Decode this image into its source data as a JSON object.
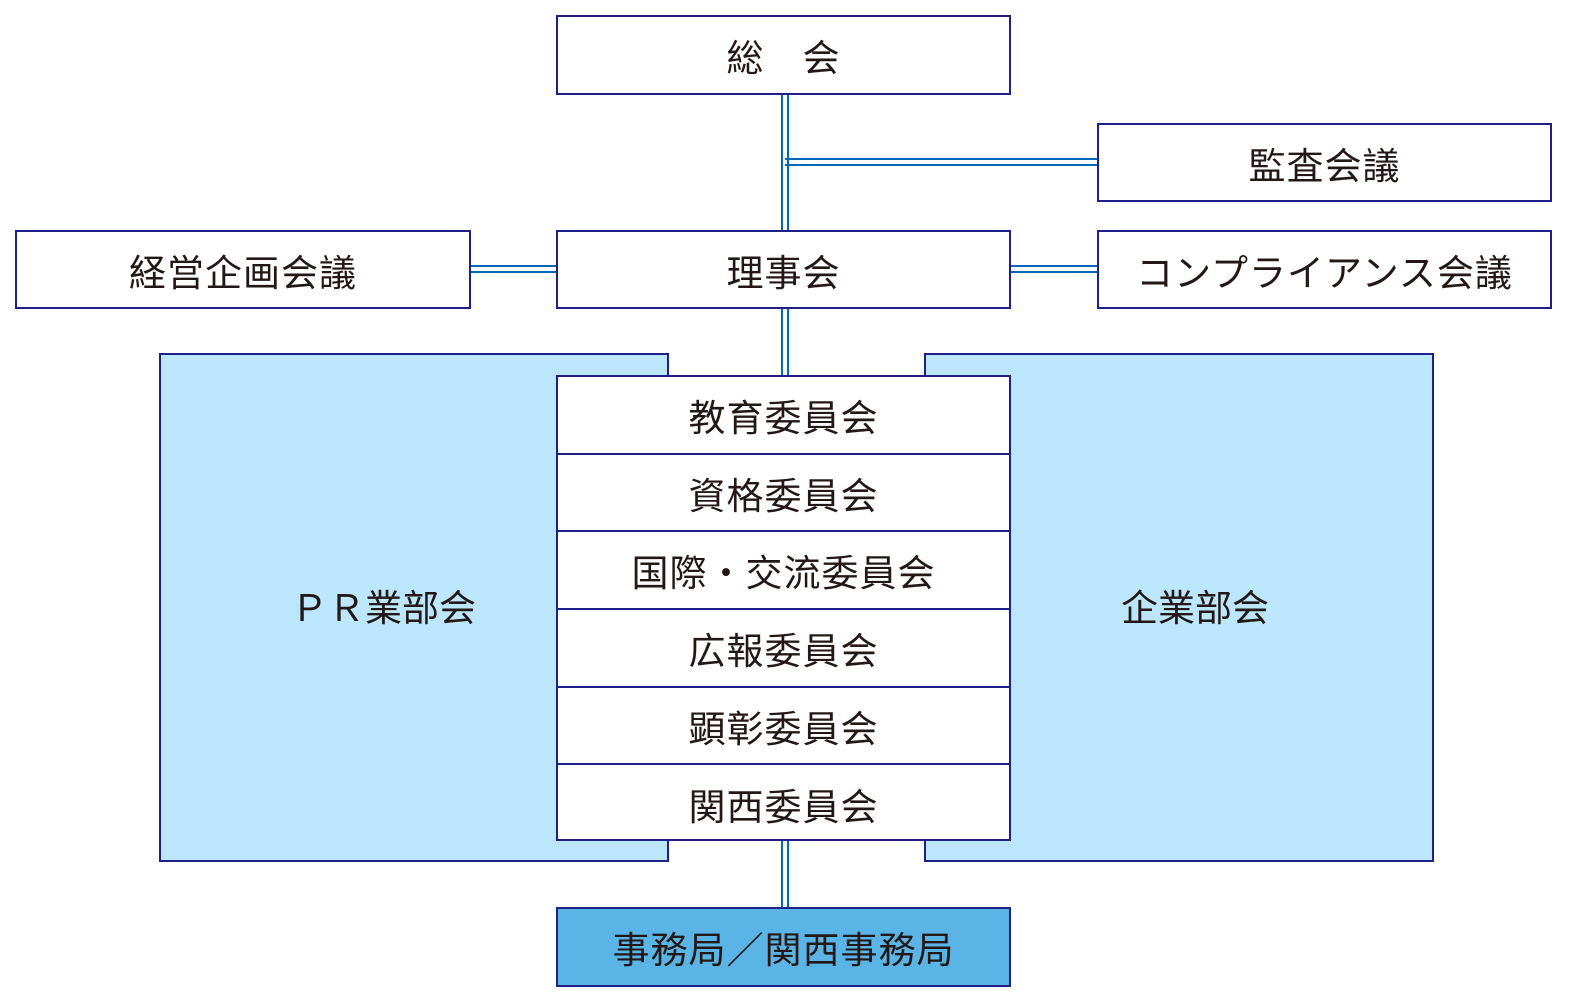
{
  "nodes": {
    "general_assembly": "総　会",
    "audit_council": "監査会議",
    "board": "理事会",
    "management_planning": "経営企画会議",
    "compliance": "コンプライアンス会議",
    "pr_division": "ＰＲ業部会",
    "corporate_division": "企業部会",
    "secretariat": "事務局／関西事務局"
  },
  "committees": [
    "教育委員会",
    "資格委員会",
    "国際・交流委員会",
    "広報委員会",
    "顕彰委員会",
    "関西委員会"
  ],
  "colors": {
    "border": "#1d2088",
    "connector": "#0068b7",
    "division_fill": "#bce6fb",
    "secretariat_fill": "#5ab4e6"
  }
}
